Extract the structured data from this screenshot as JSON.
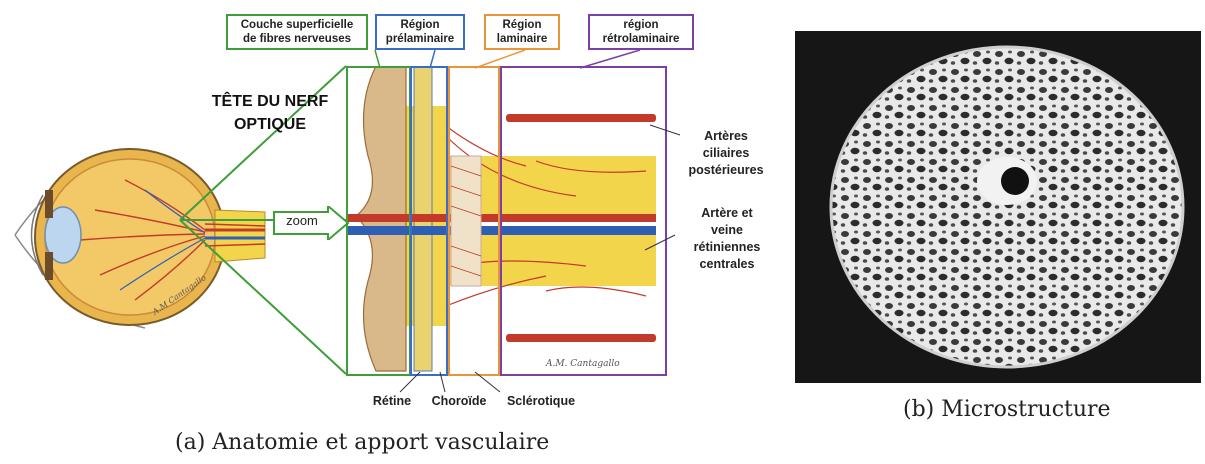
{
  "panel_a": {
    "caption": "(a) Anatomie et apport vasculaire",
    "title_line1": "TÊTE DU NERF",
    "title_line2": "OPTIQUE",
    "zoom_label": "zoom",
    "regions": [
      {
        "line1": "Couche superficielle",
        "line2": "de fibres nerveuses",
        "color": "#3f9e3a"
      },
      {
        "line1": "Région",
        "line2": "prélaminaire",
        "color": "#3a6cc9"
      },
      {
        "line1": "Région",
        "line2": "laminaire",
        "color": "#e8953a"
      },
      {
        "line1": "région",
        "line2": "rétrolaminaire",
        "color": "#7c3fa8"
      }
    ],
    "right_labels": {
      "arteries_line1": "Artères",
      "arteries_line2": "ciliaires",
      "arteries_line3": "postérieures",
      "vessel_line1": "Artère et",
      "vessel_line2": "veine",
      "vessel_line3": "rétiniennes",
      "vessel_line4": "centrales"
    },
    "bottom_labels": {
      "retine": "Rétine",
      "choroide": "Choroïde",
      "sclerotique": "Sclérotique"
    },
    "signature": "A.M. Cantagallo",
    "signature_small": "A.M Cantagallo"
  },
  "panel_b": {
    "caption": "(b) Microstructure"
  },
  "colors": {
    "green": "#3f9e3a",
    "blue": "#3a6cc9",
    "orange": "#e8953a",
    "purple": "#7c3fa8",
    "nerve_yellow": "#f2d54a",
    "vessel_red": "#c23a2a",
    "vein_blue": "#2f5fb5"
  }
}
